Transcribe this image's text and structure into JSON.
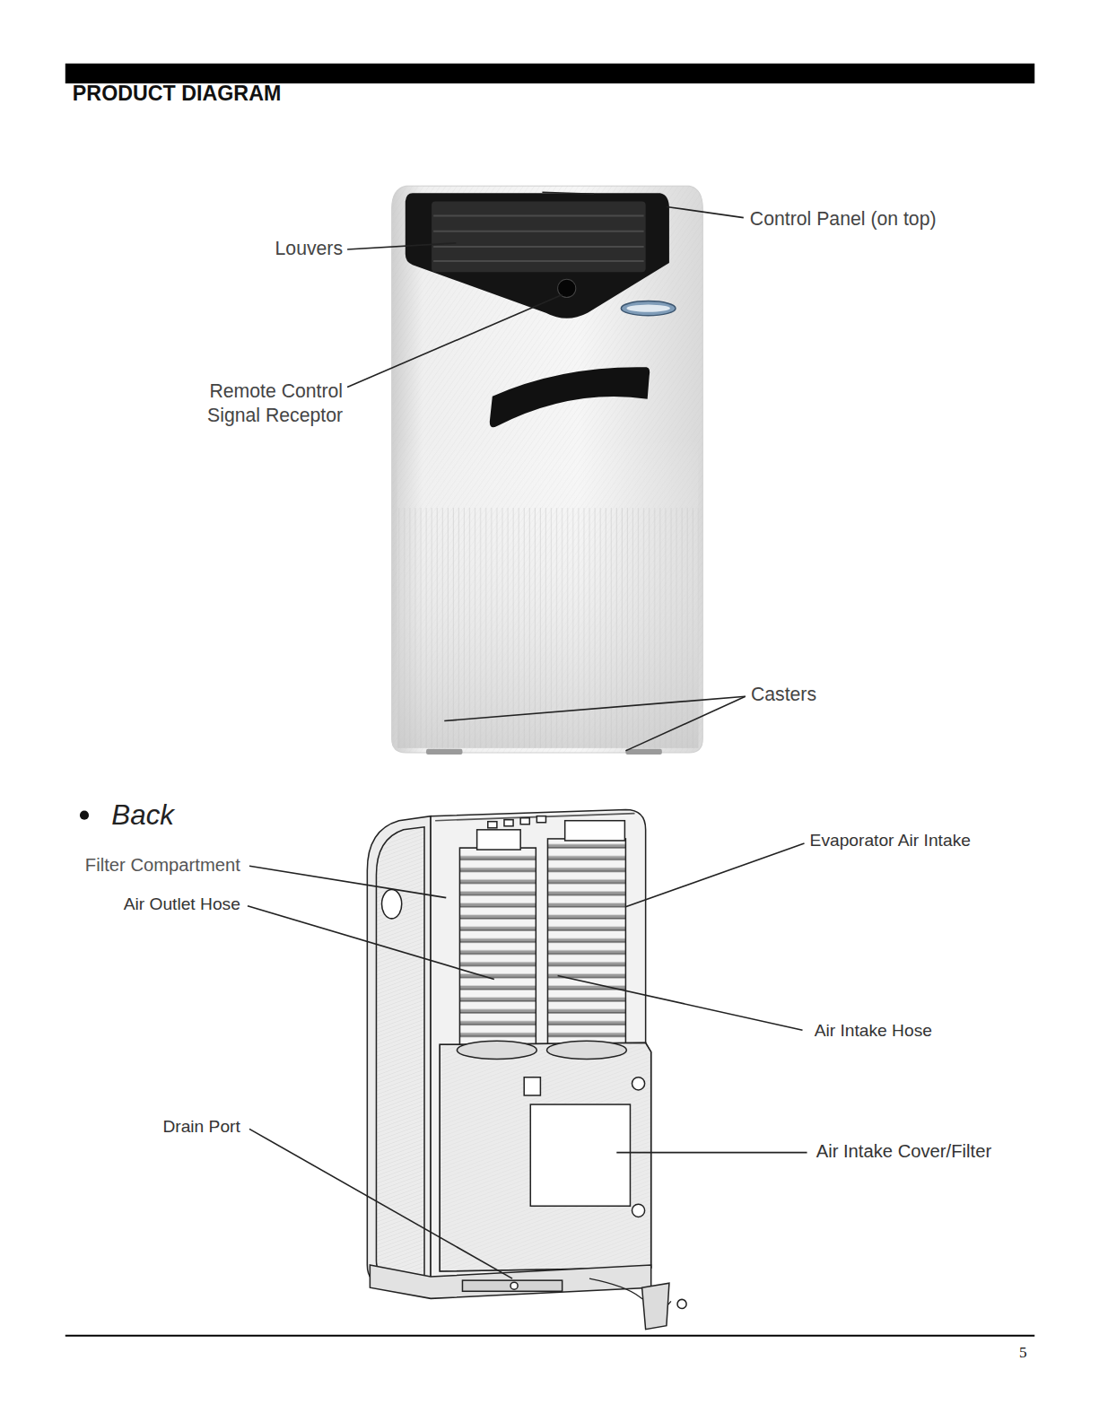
{
  "diagram": {
    "title": "PRODUCT DIAGRAM",
    "labels": [
      "Louvers",
      "Control Panel (on top)",
      "Remote Control Signal Receptor",
      "Casters",
      "Back",
      "Filter Compartment",
      "Air Outlet Hose",
      "Evaporator Air Intake",
      "Air Intake Hose",
      "Drain Port",
      "Air Intake Cover/Filter",
      "5"
    ]
  }
}
